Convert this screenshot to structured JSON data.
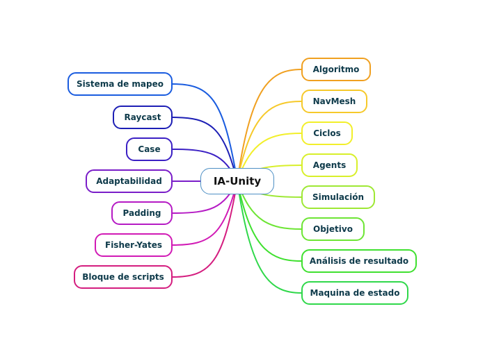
{
  "central": {
    "label": "IA-Unity",
    "color": "#4d8fc4"
  },
  "left_topics": [
    {
      "label": "Sistema de mapeo",
      "color": "#1a5cdf"
    },
    {
      "label": "Raycast",
      "color": "#1d1fb5"
    },
    {
      "label": "Case",
      "color": "#3b20c4"
    },
    {
      "label": "Adaptabilidad",
      "color": "#7a1dc8"
    },
    {
      "label": "Padding",
      "color": "#b51ac4"
    },
    {
      "label": "Fisher-Yates",
      "color": "#d11ab5"
    },
    {
      "label": "Bloque de scripts",
      "color": "#d41d7f"
    }
  ],
  "right_topics": [
    {
      "label": "Algoritmo",
      "color": "#f0a020"
    },
    {
      "label": "NavMesh",
      "color": "#f6c92a"
    },
    {
      "label": "Ciclos",
      "color": "#f2ef2a"
    },
    {
      "label": "Agents",
      "color": "#d8ef2a"
    },
    {
      "label": "Simulación",
      "color": "#9ee834"
    },
    {
      "label": "Objetivo",
      "color": "#6de534"
    },
    {
      "label": "Análisis de resultado",
      "color": "#3fe02f"
    },
    {
      "label": "Maquina de estado",
      "color": "#2fd84a"
    }
  ]
}
